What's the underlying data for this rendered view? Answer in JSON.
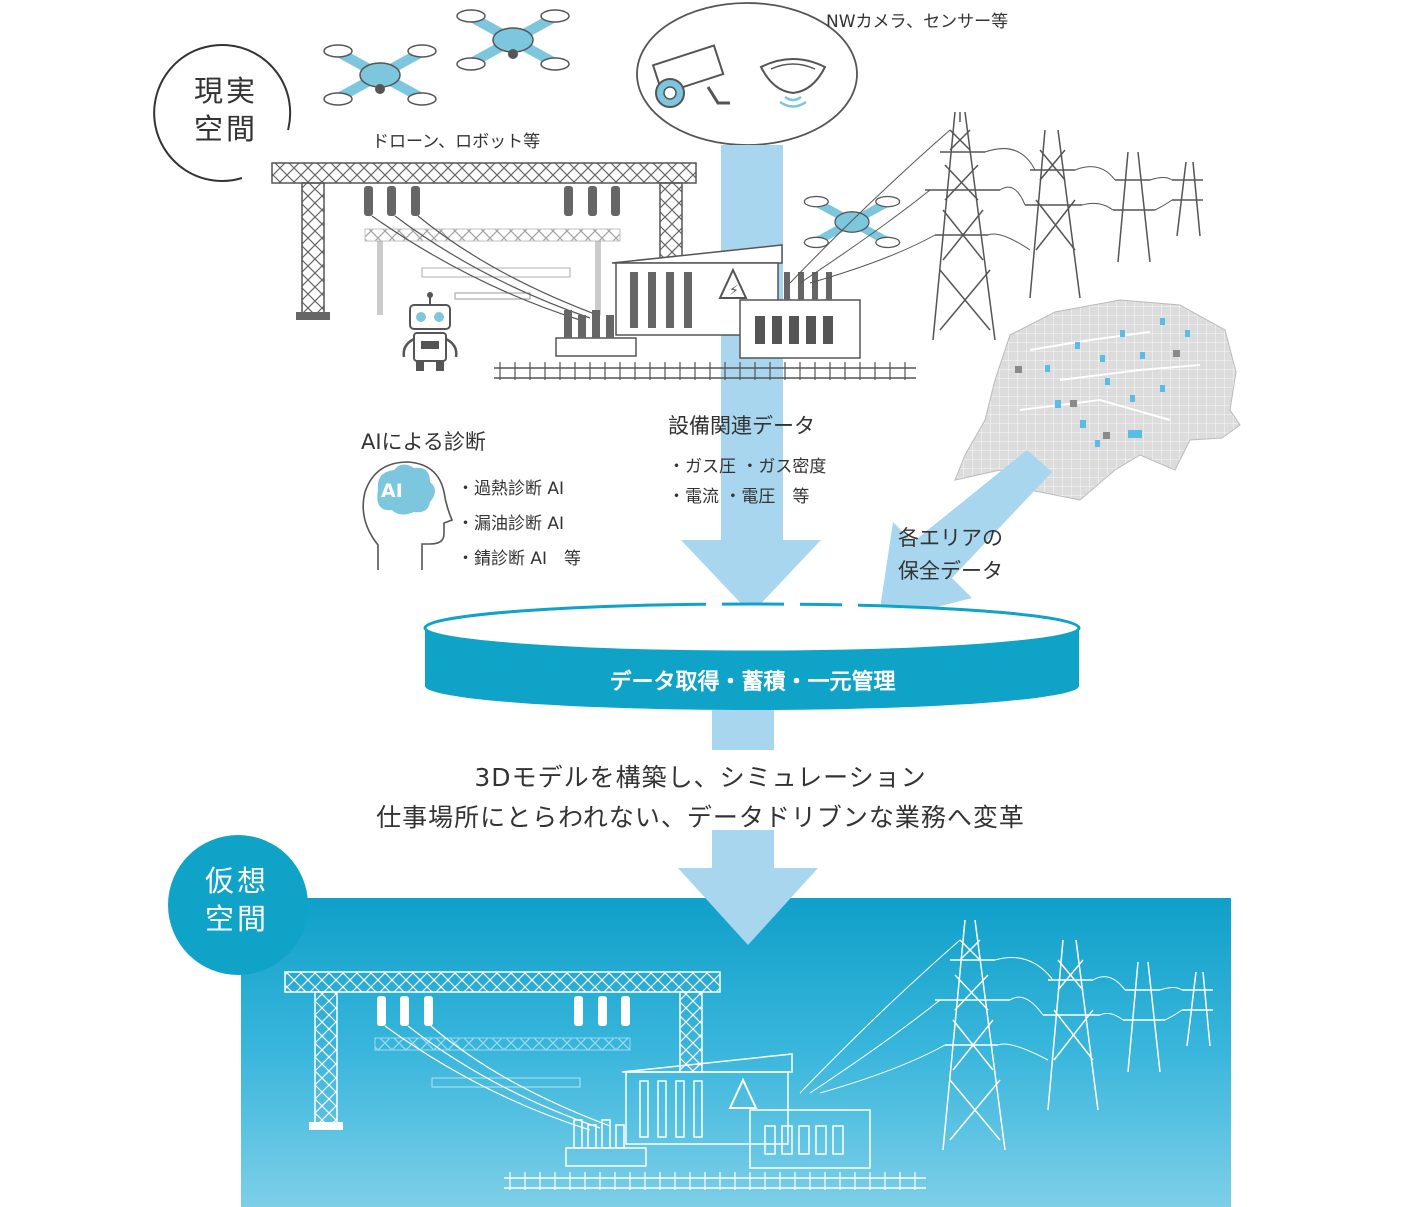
{
  "real_space": {
    "label": [
      "現実",
      "空間"
    ]
  },
  "virtual_space": {
    "label": [
      "仮想",
      "空間"
    ]
  },
  "drone_caption": "ドローン、ロボット等",
  "camera_caption": "NWカメラ、センサー等",
  "ai_badge": "AI",
  "ai_section": {
    "title": "AIによる診断",
    "items": [
      "・過熱診断 AI",
      "・漏油診断 AI",
      "・錆診断 AI　等"
    ]
  },
  "equipment_data": {
    "title": "設備関連データ",
    "items": [
      "・ガス圧 ・ガス密度",
      "・電流 ・電圧　等"
    ]
  },
  "area_data": {
    "lines": [
      "各エリアの",
      "保全データ"
    ]
  },
  "database_label": "データ取得・蓄積・一元管理",
  "description": [
    "3Dモデルを構築し、シミュレーション",
    "仕事場所にとらわれない、データドリブンな業務へ変革"
  ],
  "colors": {
    "accent": "#0fa3c8",
    "arrow": "#a8d6ef",
    "panel_top": "#0fa0c9",
    "panel_bottom": "#6ccbe6",
    "line_dark": "#555555",
    "map_gray": "#d9d9d9"
  },
  "icons": [
    "drone-icon",
    "robot-icon",
    "network-camera-icon",
    "sensor-icon",
    "power-tower-icon",
    "substation-icon",
    "ai-head-icon",
    "map-icon",
    "database-cylinder-icon",
    "arrow-down-icon"
  ]
}
